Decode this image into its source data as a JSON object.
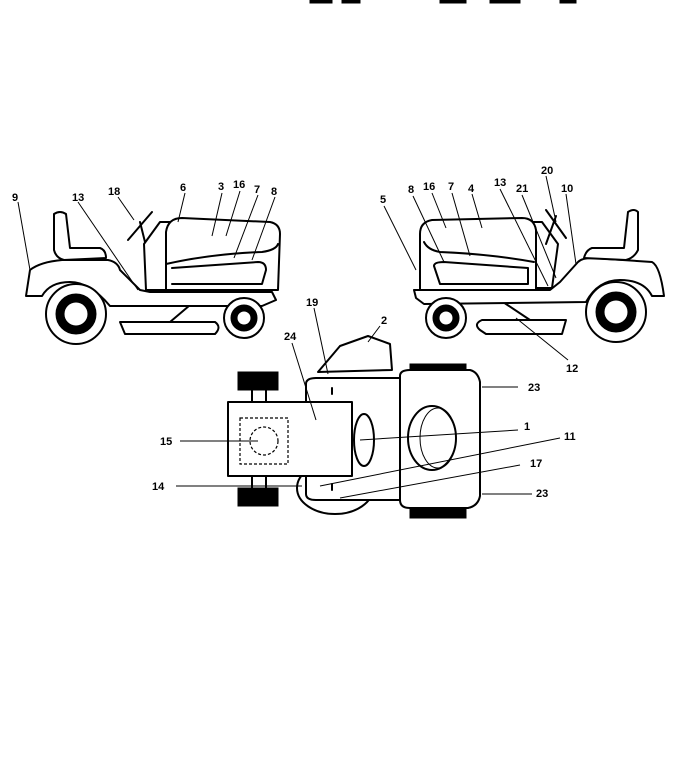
{
  "left_view": {
    "callouts": [
      "9",
      "13",
      "18",
      "6",
      "3",
      "16",
      "7",
      "8"
    ]
  },
  "right_view": {
    "callouts": [
      "5",
      "8",
      "16",
      "7",
      "4",
      "13",
      "21",
      "20",
      "10",
      "12"
    ]
  },
  "top_view": {
    "callouts": [
      "19",
      "2",
      "24",
      "23",
      "1",
      "11",
      "15",
      "17",
      "14",
      "23"
    ]
  }
}
